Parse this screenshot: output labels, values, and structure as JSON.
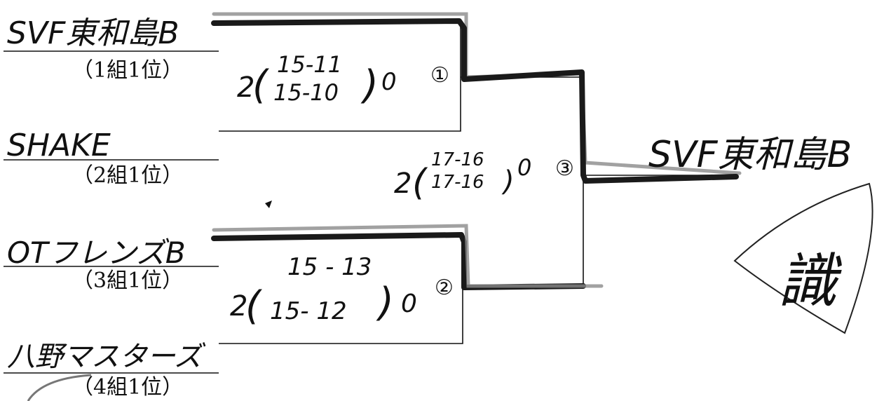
{
  "teams": [
    {
      "name": "SVF東和島B",
      "group": "（1組1位）"
    },
    {
      "name": "SHAKE",
      "group": "（2組1位）"
    },
    {
      "name": "OTフレンズB",
      "group": "（3組1位）"
    },
    {
      "name": "八野マスターズ",
      "group": "（4組1位）"
    }
  ],
  "matches": [
    {
      "marker": "①",
      "score_left": "2",
      "set1": "15-11",
      "set2": "15-10",
      "score_right": "0"
    },
    {
      "marker": "②",
      "score_left": "2",
      "set1": "15 - 13",
      "set2": "15- 12",
      "score_right": "0"
    },
    {
      "marker": "③",
      "score_left": "2",
      "set1": "17-16",
      "set2": "17-16",
      "score_right": "0"
    }
  ],
  "winner": "SVF東和島B",
  "stamp": "識"
}
